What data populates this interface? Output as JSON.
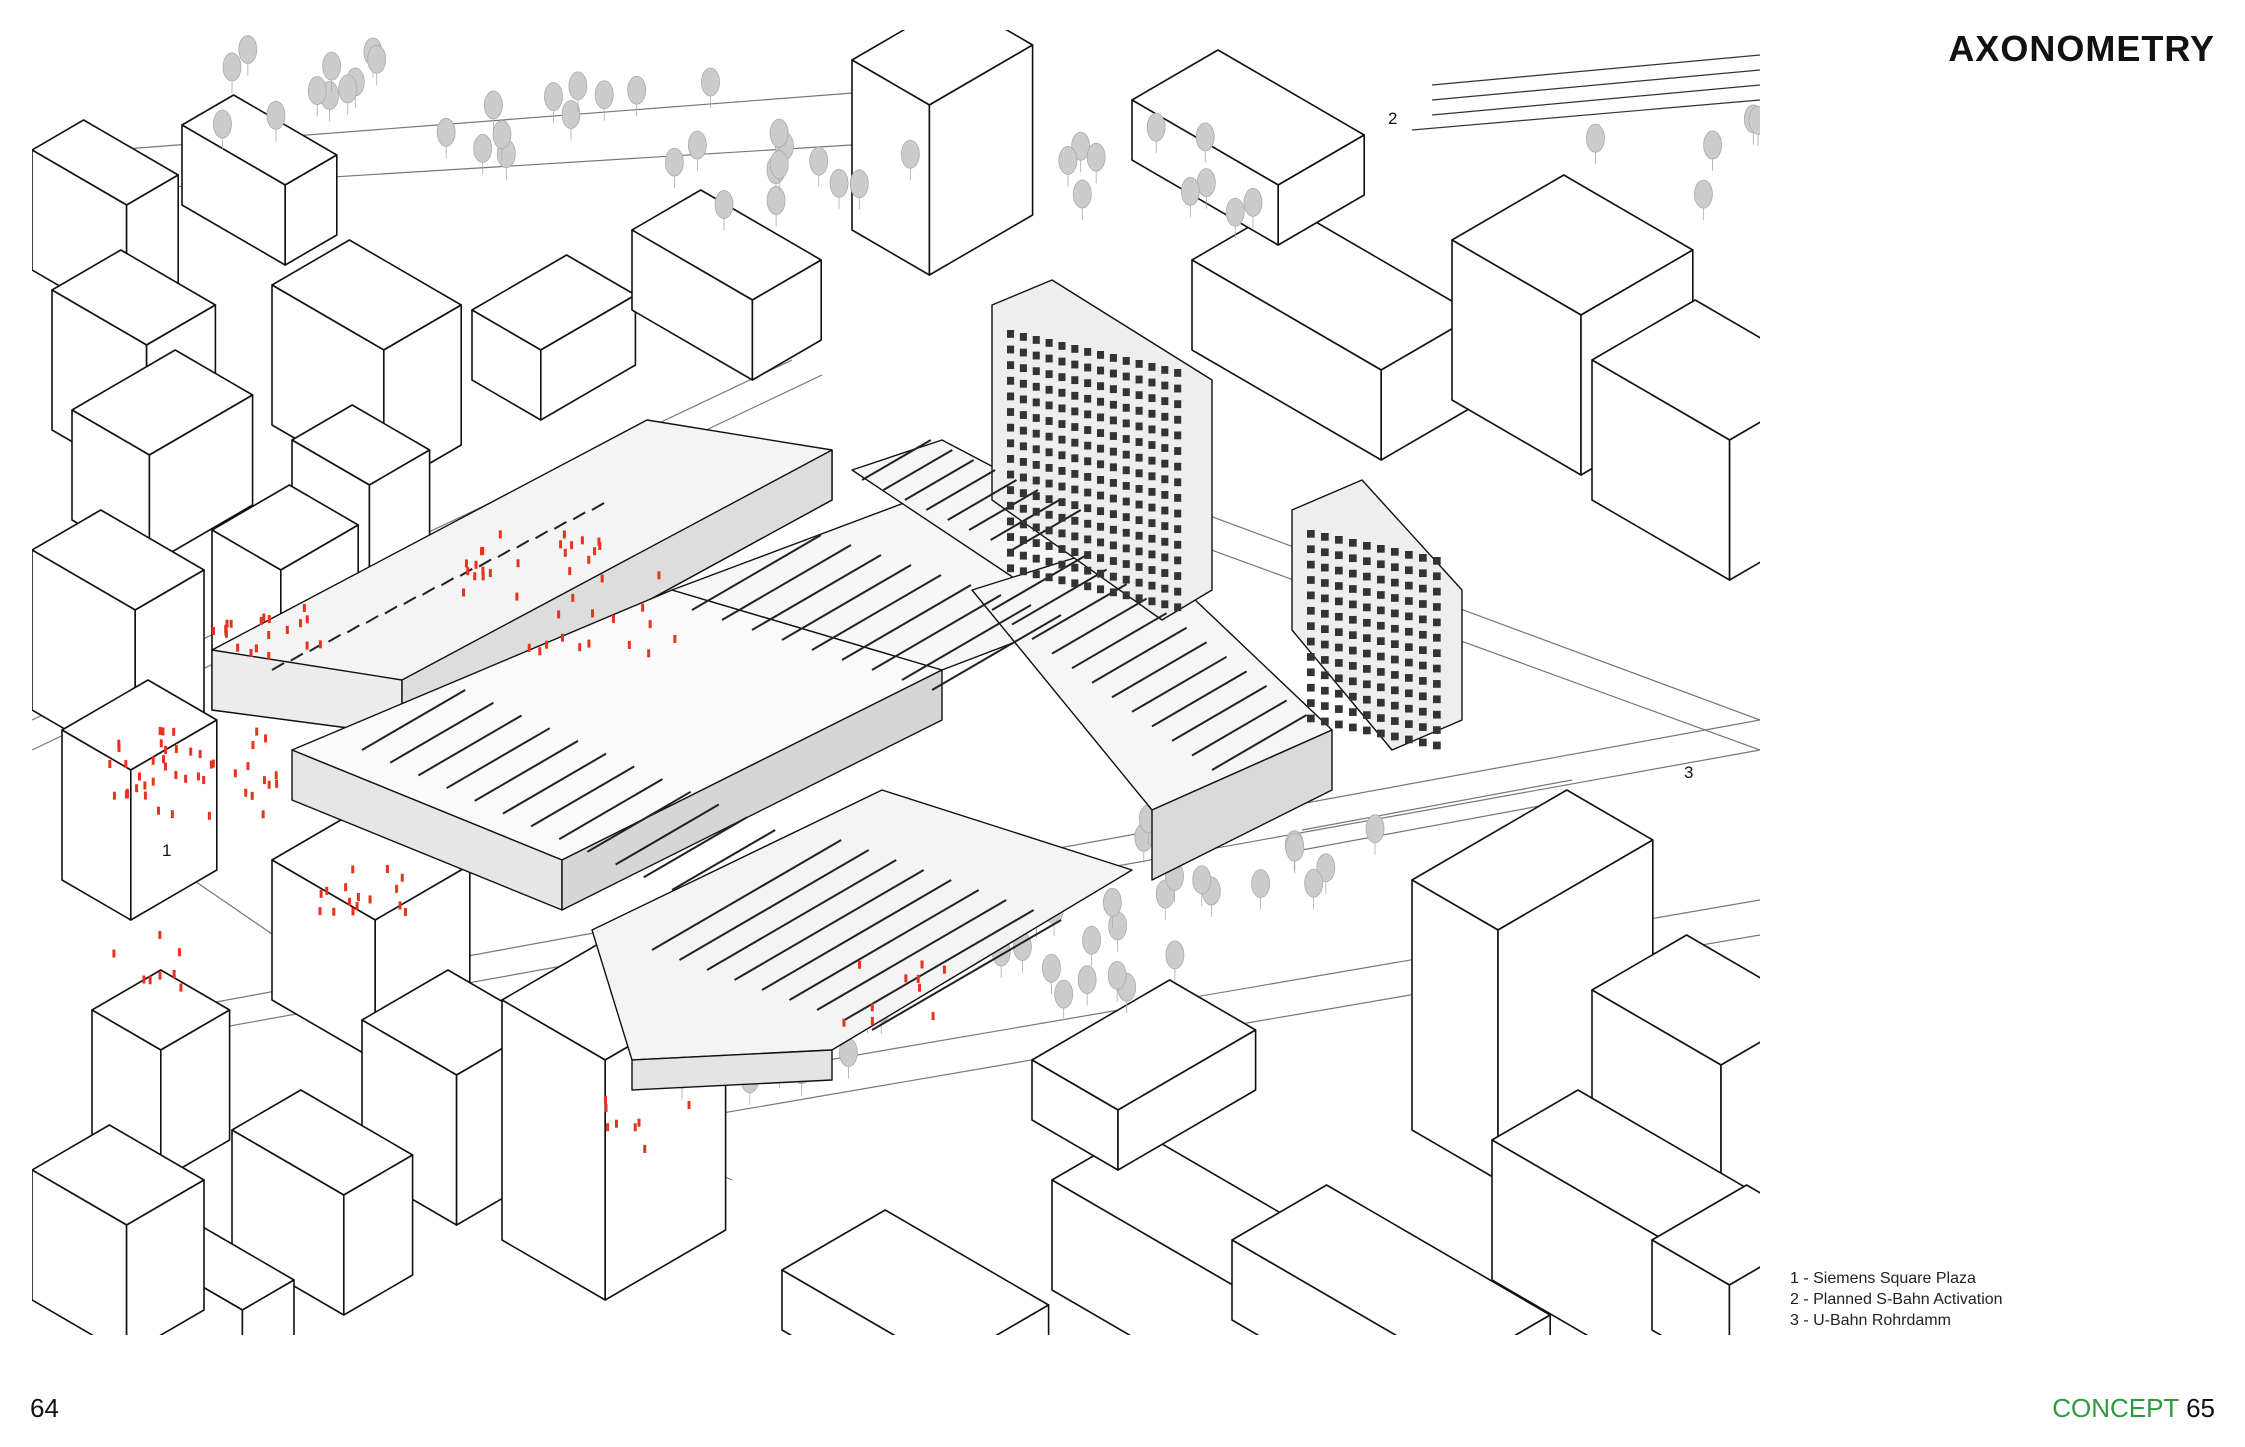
{
  "heading": "AXONOMETRY",
  "markers": [
    {
      "label": "1"
    },
    {
      "label": "2"
    },
    {
      "label": "3"
    }
  ],
  "legend": [
    "1 - Siemens Square Plaza",
    "2 - Planned S-Bahn Activation",
    "3 - U-Bahn Rohrdamm"
  ],
  "footer": {
    "page_left": "64",
    "section": "CONCEPT",
    "page_right": "65"
  },
  "colors": {
    "accent_people": "#e8321e",
    "section_green": "#2e9a3e",
    "trees": "#c8c8c8"
  }
}
